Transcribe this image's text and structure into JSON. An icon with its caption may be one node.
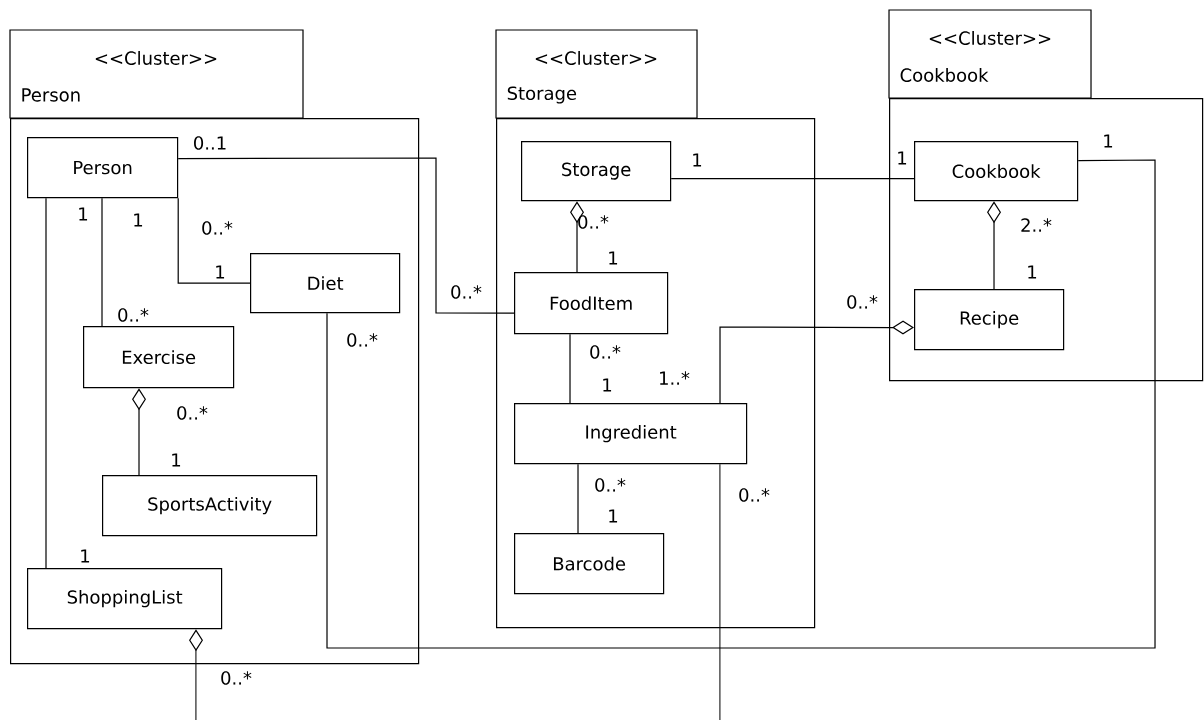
{
  "diagram": {
    "nodes": [
      {
        "text": [
          "<<Cluster>>",
          "Person"
        ]
      },
      {
        "text": [
          "Person"
        ],
        "in": 0
      },
      {
        "text": [
          "Diet"
        ],
        "in": 0
      },
      {
        "text": [
          "Exercise"
        ],
        "in": 0
      },
      {
        "text": [
          "SportsActivity"
        ],
        "in": 0
      },
      {
        "text": [
          "ShoppingList"
        ],
        "in": 0
      },
      {
        "text": [
          "<<Cluster>>",
          "Storage"
        ]
      },
      {
        "text": [
          "Storage"
        ],
        "in": 6
      },
      {
        "text": [
          "FoodItem"
        ],
        "in": 6
      },
      {
        "text": [
          "Ingredient"
        ],
        "in": 6
      },
      {
        "text": [
          "Barcode"
        ],
        "in": 6
      },
      {
        "text": [
          "<<Cluster>>",
          "Cookbook"
        ]
      },
      {
        "text": [
          "Cookbook"
        ],
        "in": 11
      },
      {
        "text": [
          "Recipe"
        ],
        "in": 11
      }
    ],
    "edges": [
      {
        "from": 1,
        "to": 2,
        "arrow": "none"
      },
      {
        "from": 1,
        "to": 3,
        "arrow": "none"
      },
      {
        "from": 1,
        "to": 5,
        "arrow": "none"
      },
      {
        "from": 1,
        "to": 8,
        "arrow": "none"
      },
      {
        "from": 3,
        "to": 4,
        "arrow": "other"
      },
      {
        "from": 5,
        "to": null,
        "arrow": "other"
      },
      {
        "from": 2,
        "to": 12,
        "arrow": "none"
      },
      {
        "from": 7,
        "to": 8,
        "arrow": "other"
      },
      {
        "from": 7,
        "to": 12,
        "arrow": "none"
      },
      {
        "from": 8,
        "to": 9,
        "arrow": "none"
      },
      {
        "from": 13,
        "to": 9,
        "arrow": "other"
      },
      {
        "from": 9,
        "to": 10,
        "arrow": "none"
      },
      {
        "from": 9,
        "to": null,
        "arrow": "none"
      },
      {
        "from": 12,
        "to": 13,
        "arrow": "other"
      }
    ],
    "labels": [
      "0..1",
      "1",
      "1",
      "1",
      "1",
      "1",
      "0..*",
      "0..*",
      "2..*",
      "1",
      "1",
      "1",
      "0..*",
      "0..*",
      "0..*",
      "0..*",
      "0..*",
      "1..*",
      "1",
      "0..*",
      "1",
      "0..*",
      "0..*",
      "1",
      "1",
      "0..*"
    ]
  }
}
